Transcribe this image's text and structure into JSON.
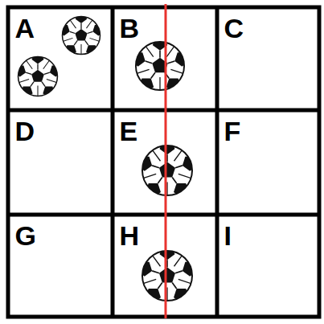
{
  "diagram": {
    "nodes": [
      {
        "text": [
          "A"
        ]
      },
      {
        "text": [
          "B"
        ]
      },
      {
        "text": [
          "C"
        ]
      },
      {
        "text": [
          "D"
        ]
      },
      {
        "text": [
          "E"
        ]
      },
      {
        "text": [
          "F"
        ]
      },
      {
        "text": [
          "G"
        ]
      },
      {
        "text": [
          "H"
        ]
      },
      {
        "text": [
          "I"
        ]
      }
    ]
  }
}
